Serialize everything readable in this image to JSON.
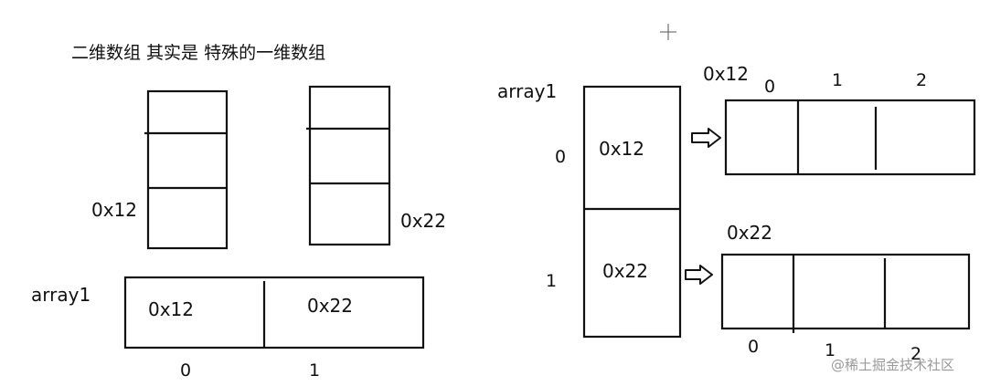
{
  "title": "二维数组 其实是  特殊的一维数组",
  "left": {
    "column_a_label": "0x12",
    "column_b_label": "0x22",
    "array_name": "array1",
    "cells": [
      "0x12",
      "0x22"
    ],
    "indices": [
      "0",
      "1"
    ]
  },
  "right": {
    "array_name": "array1",
    "row_indices": [
      "0",
      "1"
    ],
    "cells": [
      "0x12",
      "0x22"
    ],
    "row0": {
      "address": "0x12",
      "indices": [
        "0",
        "1",
        "2"
      ]
    },
    "row1": {
      "address": "0x22",
      "indices": [
        "0",
        "1",
        "2"
      ]
    }
  },
  "watermark": "@稀土掘金技术社区"
}
